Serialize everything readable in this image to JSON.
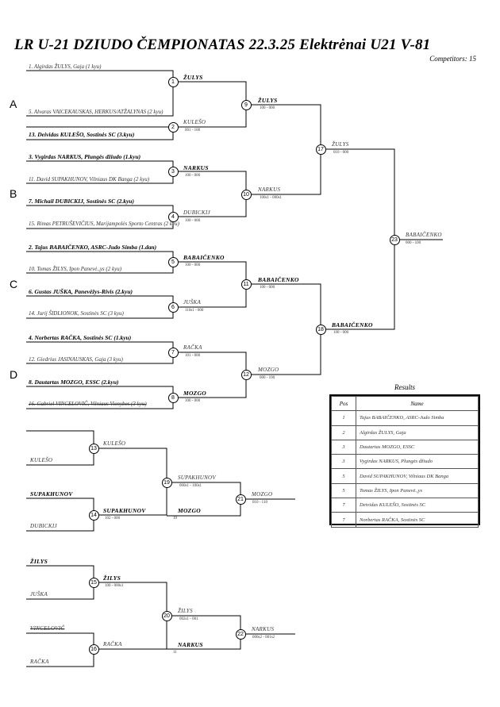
{
  "header": {
    "title": "LR U-21 DZIUDO ČEMPIONATAS  22.3.25  Elektrėnai   U21 V-81",
    "competitors": "Competitors: 15"
  },
  "pools": [
    "A",
    "B",
    "C",
    "D"
  ],
  "entries": [
    "1. Algirdas ŽULYS, Gaja (1 kyu)",
    "5. Alvaras VAICEKAUSKAS, HERKUS/ATŽALYNAS (2 kyu)",
    "13. Deividas KULEŠO, Sostinės SC (3.kyu)",
    "3. Vygirdas NARKUS, Plungės džiudo (1.kyu)",
    "11. David SUPAKHUNOV, Vilniaus DK Banga (2 kyu)",
    "7. Michail DUBICKIJ, Sostinės SC (2.kyu)",
    "15. Rimas PETRUŠEVIČIUS, Marijampolės Sporto Centras (2 kyu)",
    "2. Tajus BABAIČENKO, ASRC-Judo Simba (1.dan)",
    "10. Tomas ŽILYS, Ipon Panevė.,ys (2 kyu)",
    "6. Gustas JUŠKA, Panevėžys-Rivis (2.kyu)",
    "14. Jurij ŠIDLIONOK, Sostinės SC (3 kyu)",
    "4. Norbertas RAČKA, Sostinės SC (1.kyu)",
    "12. Giedrius JASINAUSKAS, Gaja (3 kyu)",
    "8. Dautartas MOZGO, ESSC (2.kyu)",
    "16. Gabriel VINCELOVIČ, Vilniaus Vienybes (3 kyu)"
  ],
  "matches": [
    "1",
    "2",
    "3",
    "4",
    "5",
    "6",
    "7",
    "8",
    "9",
    "10",
    "11",
    "12",
    "13",
    "14",
    "15",
    "16",
    "17",
    "19",
    "20",
    "21",
    "22",
    "23"
  ],
  "results_main": [
    {
      "name": "ŽULYS",
      "score": ""
    },
    {
      "name": "KULEŠO",
      "score": "001 - 100"
    },
    {
      "name": "NARKUS",
      "score": "100 - 000"
    },
    {
      "name": "DUBICKIJ",
      "score": "100 - 000"
    },
    {
      "name": "BABAIČENKO",
      "score": "100 - 000"
    },
    {
      "name": "JUŠKA",
      "score": "110s1 - 000"
    },
    {
      "name": "RAČKA",
      "score": "101 - 000"
    },
    {
      "name": "MOZGO",
      "score": "100 - 000"
    },
    {
      "name": "ŽULYS",
      "score": "100 - 000"
    },
    {
      "name": "NARKUS",
      "score": "100s1 - 000s1"
    },
    {
      "name": "BABAIČENKO",
      "score": "100 - 000"
    },
    {
      "name": "MOZGO",
      "score": "000 - 100"
    },
    {
      "name": "ŽULYS",
      "score": "010 - 000"
    },
    {
      "name": "BABAIČENKO",
      "score": "100 - 000"
    },
    {
      "name": "BABAIČENKO",
      "score": "000 - 100"
    }
  ],
  "repechage": {
    "entrants": [
      "KULEŠO",
      "SUPAKHUNOV",
      "DUBICKIJ",
      "ŽILYS",
      "JUŠKA",
      "VINCELOVIČ",
      "RAČKA"
    ],
    "results": [
      {
        "name": "KULEŠO",
        "score": ""
      },
      {
        "name": "SUPAKHUNOV",
        "score": "102 - 000"
      },
      {
        "name": "SUPAKHUNOV",
        "score": "000s1 - 100s1"
      },
      {
        "name": "MOZGO",
        "score": "10"
      },
      {
        "name": "MOZGO",
        "score": "010 - 110"
      },
      {
        "name": "ŽILYS",
        "score": "100 - 000s1"
      },
      {
        "name": "RAČKA",
        "score": ""
      },
      {
        "name": "ŽILYS",
        "score": "002s1 - 001"
      },
      {
        "name": "NARKUS",
        "score": "11"
      },
      {
        "name": "NARKUS",
        "score": "000s2 - 001s2"
      }
    ]
  },
  "results_table": {
    "title": "Results",
    "headers": {
      "pos": "Pos",
      "name": "Name"
    },
    "rows": [
      {
        "pos": "1",
        "name": "Tajus BABAIČENKO, ASRC-Judo Simba"
      },
      {
        "pos": "2",
        "name": "Algirdas ŽULYS, Gaja"
      },
      {
        "pos": "3",
        "name": "Dautartas MOZGO, ESSC"
      },
      {
        "pos": "3",
        "name": "Vygirdas NARKUS, Plungės džiudo"
      },
      {
        "pos": "5",
        "name": "David SUPAKHUNOV, Vilniaus DK Banga"
      },
      {
        "pos": "5",
        "name": "Tomas ŽILYS, Ipon Panevė.,ys"
      },
      {
        "pos": "7",
        "name": "Deividas KULEŠO, Sostinės SC"
      },
      {
        "pos": "7",
        "name": "Norbertas RAČKA, Sostinės SC"
      }
    ]
  }
}
